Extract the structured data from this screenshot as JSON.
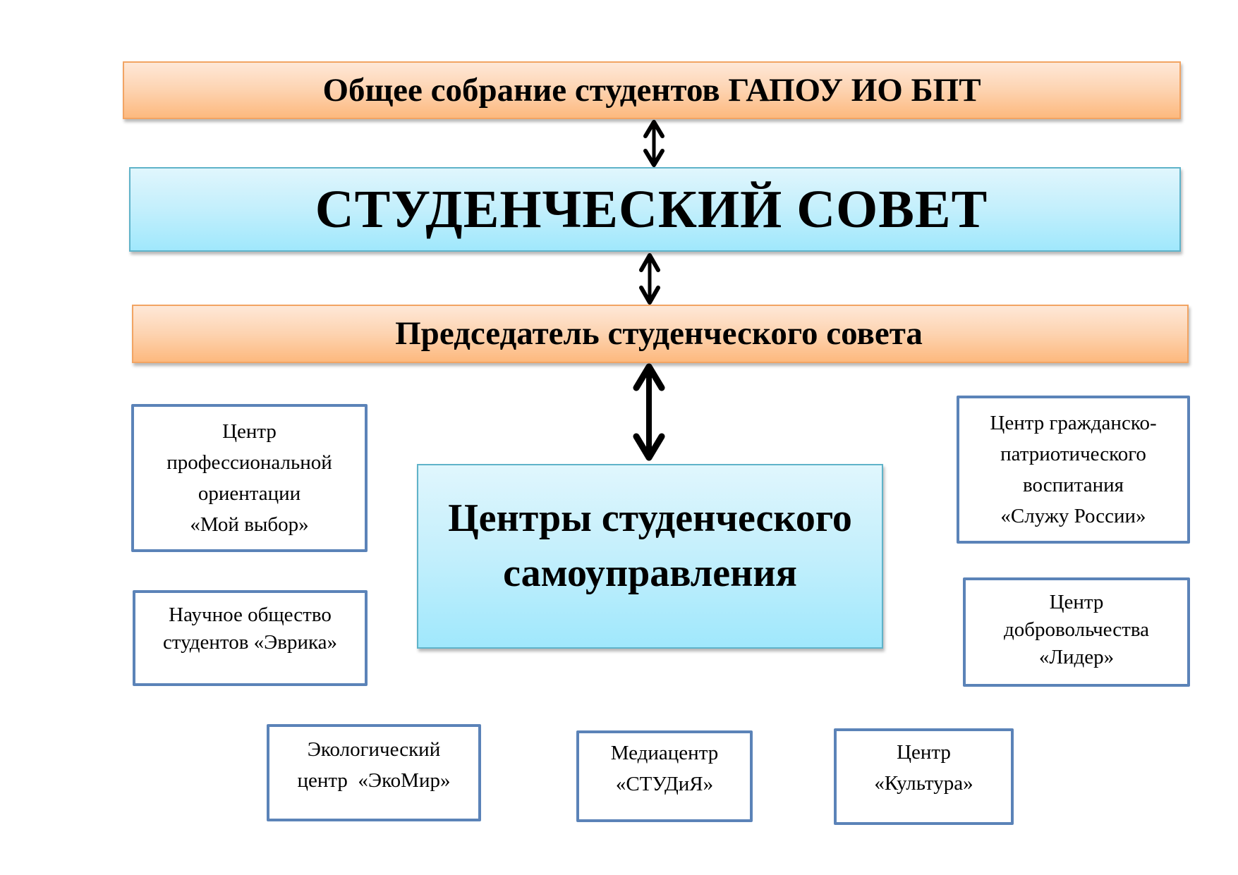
{
  "diagram": {
    "general_meeting": {
      "label": "Общее собрание студентов ГАПОУ ИО БПТ"
    },
    "student_council": {
      "label": "СТУДЕНЧЕСКИЙ СОВЕТ"
    },
    "chairman": {
      "label": "Председатель студенческого совета"
    },
    "centers_hub": {
      "lines": [
        "Центры студенческого",
        "самоуправления"
      ]
    },
    "centers": [
      {
        "id": "career",
        "lines": [
          "Центр",
          "профессиональной",
          "ориентации",
          "«Мой выбор»"
        ]
      },
      {
        "id": "science",
        "lines": [
          "Научное общество",
          "студентов «Эврика»"
        ]
      },
      {
        "id": "eco",
        "lines": [
          "Экологический",
          "центр  «ЭкоМир»"
        ]
      },
      {
        "id": "media",
        "lines": [
          "Медиацентр",
          "«СТУДиЯ»"
        ]
      },
      {
        "id": "culture",
        "lines": [
          "Центр",
          "«Культура»"
        ]
      },
      {
        "id": "patriotic",
        "lines": [
          "Центр гражданско-",
          "патриотического",
          "воспитания",
          "«Служу России»"
        ]
      },
      {
        "id": "volunteer",
        "lines": [
          "Центр",
          "добровольчества",
          "«Лидер»"
        ]
      }
    ],
    "connectors": [
      {
        "from": "general_meeting",
        "to": "student_council",
        "type": "bidirectional"
      },
      {
        "from": "student_council",
        "to": "chairman",
        "type": "bidirectional"
      },
      {
        "from": "chairman",
        "to": "centers_hub",
        "type": "bidirectional"
      }
    ],
    "colors": {
      "orange_fill": "#fdd3b0",
      "orange_border": "#f2a463",
      "blue_fill": "#c3effc",
      "blue_border": "#5fb3c9",
      "center_outline": "#5b83b8",
      "arrow": "#000000"
    }
  }
}
